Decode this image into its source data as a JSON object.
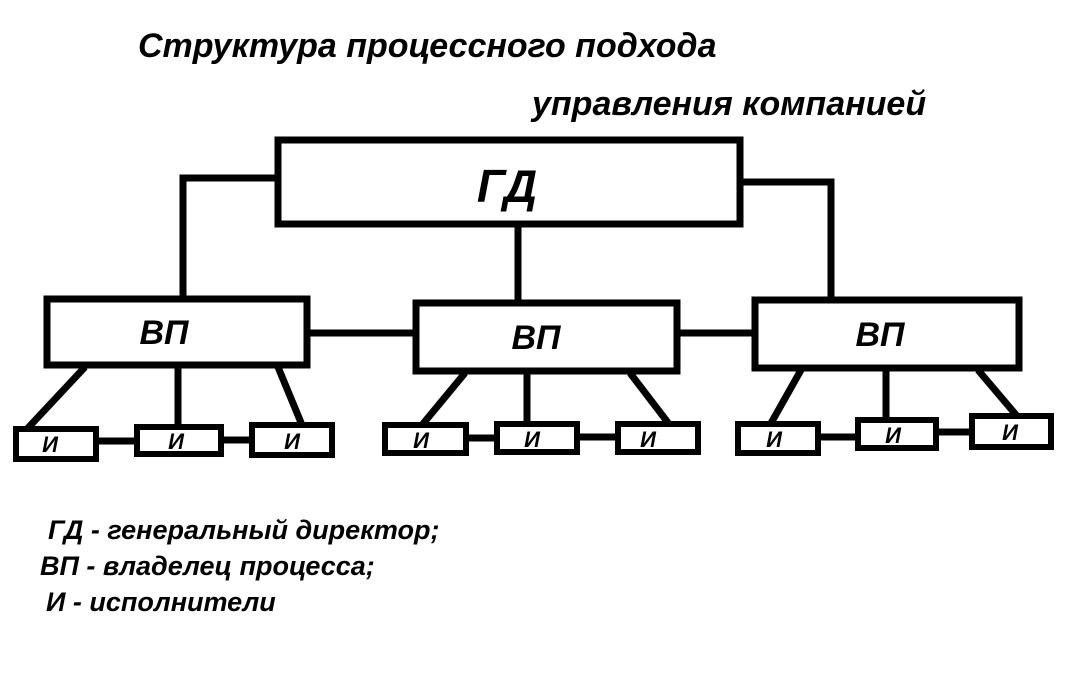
{
  "title": {
    "line1": "Структура процессного подхода",
    "line2": "управления компанией"
  },
  "diagram": {
    "top": "ГД",
    "owners": [
      {
        "label": "ВП",
        "performers": [
          "И",
          "И",
          "И"
        ]
      },
      {
        "label": "ВП",
        "performers": [
          "И",
          "И",
          "И"
        ]
      },
      {
        "label": "ВП",
        "performers": [
          "И",
          "И",
          "И"
        ]
      }
    ]
  },
  "legend": [
    "ГД - генеральный директор;",
    "ВП - владелец процесса;",
    "И - исполнители"
  ]
}
